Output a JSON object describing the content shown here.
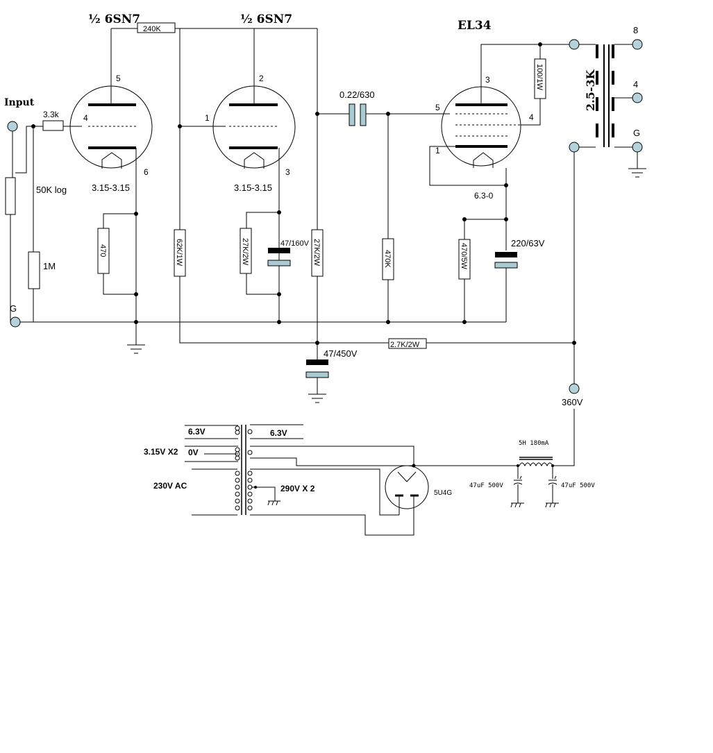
{
  "colors": {
    "wire": "#000000",
    "terminal_fill": "#b4d2dc",
    "cap_plate": "#a9c9d3",
    "background": "#ffffff"
  },
  "tubes": {
    "v1": {
      "title": "½ 6SN7",
      "pin_plate": "5",
      "pin_grid": "4",
      "pin_cathode": "6",
      "heater": "3.15-3.15"
    },
    "v2": {
      "title": "½ 6SN7",
      "pin_plate": "2",
      "pin_grid": "1",
      "pin_cathode": "3",
      "heater": "3.15-3.15"
    },
    "v3": {
      "title": "EL34",
      "pin_plate": "3",
      "pin_grid": "5",
      "pin_screen": "4",
      "pin_cathode": "1",
      "heater": "6.3-0"
    },
    "rect": {
      "label": "5U4G"
    }
  },
  "labels": {
    "input": "Input",
    "ground_in": "G",
    "r_series": "3.3k",
    "pot": "50K log",
    "r_grid_leak": "1M",
    "r_k1": "470",
    "r_fb": "240K",
    "r_p1": "62K/1W",
    "r_k2": "27K/2W",
    "c_k2": "47/160V",
    "r_p2": "27K/2W",
    "c_coupling": "0.22/630",
    "r_g3": "470K",
    "r_screen": "100/1W",
    "r_k3": "470/5W",
    "c_k3": "220/63V",
    "c_filter": "47/450V",
    "r_drop": "2.7K/2W",
    "b_plus": "360V",
    "ot": "2.5-3K",
    "tap_8": "8",
    "tap_4": "4",
    "tap_g": "G"
  },
  "power": {
    "sec_a": "6.3V",
    "sec_b": "6.3V",
    "sec_c": "3.15V X2",
    "sec_c_ct": "0V",
    "primary": "230V AC",
    "hv": "290V X 2",
    "choke": "5H  180mA",
    "cap1": "47uF  500V",
    "cap2": "47uF  500V"
  }
}
